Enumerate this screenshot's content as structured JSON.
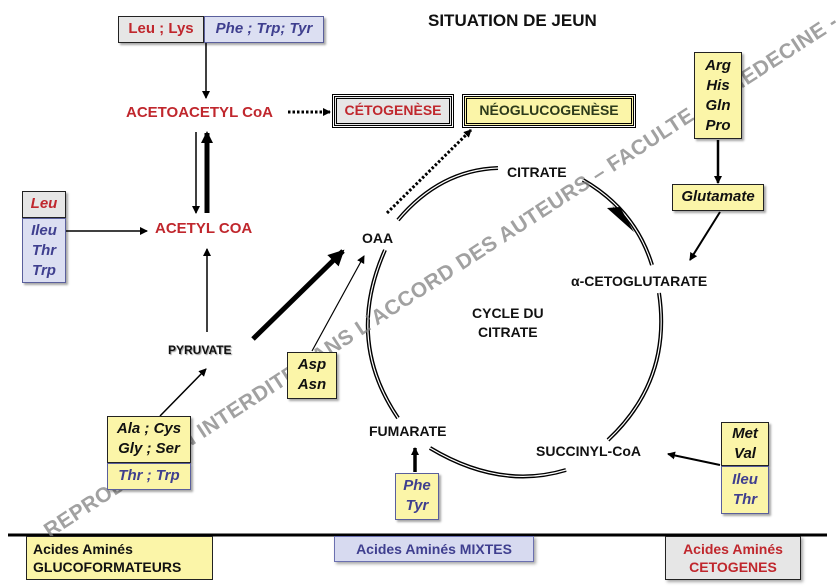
{
  "title": "SITUATION DE JEUN",
  "watermark": "REPRODUCTION INTERDITE SANS L'ACCORD DES AUTEURS – FACULTE DE MEDECINE - UNS",
  "colors": {
    "ketogenic_text": "#c0272d",
    "mixed_text": "#3f3f8f",
    "glucogenic_fill": "#fbf5a8",
    "ketogenic_fill": "#e6e6e6",
    "mixed_fill": "#dcdff2"
  },
  "nodes": {
    "acetoacetyl_coa": "ACETOACETYL CoA",
    "acetyl_coa": "ACETYL COA",
    "pyruvate": "PYRUVATE",
    "oaa": "OAA",
    "citrate": "CITRATE",
    "alpha_ketoglutarate": "α-CETOGLUTARATE",
    "succinyl_coa": "SUCCINYL-CoA",
    "fumarate": "FUMARATE",
    "cycle_line1": "CYCLE DU",
    "cycle_line2": "CITRATE"
  },
  "outcomes": {
    "ketogenesis": "CÉTOGENÈSE",
    "gluconeogenesis": "NÉOGLUCOGENÈSE"
  },
  "amino_acid_boxes": {
    "top_ketogenic": "Leu ; Lys",
    "top_mixed": "Phe ; Trp; Tyr",
    "left_ketogenic": "Leu",
    "left_mixed": [
      "Ileu",
      "Thr",
      "Trp"
    ],
    "pyruvate_glucogenic": [
      "Ala ; Cys",
      "Gly ; Ser"
    ],
    "pyruvate_mixed": "Thr ; Trp",
    "oaa_glucogenic": [
      "Asp",
      "Asn"
    ],
    "glutamate_sources": [
      "Arg",
      "His",
      "Gln",
      "Pro"
    ],
    "glutamate": "Glutamate",
    "succinyl_glucogenic": [
      "Met",
      "Val"
    ],
    "succinyl_mixed": [
      "Ileu",
      "Thr"
    ],
    "fumarate_mixed": [
      "Phe",
      "Tyr"
    ]
  },
  "legend": {
    "glucogenic": [
      "Acides Aminés",
      "GLUCOFORMATEURS"
    ],
    "mixed": "Acides Aminés MIXTES",
    "ketogenic": [
      "Acides Aminés",
      "CETOGENES"
    ]
  }
}
